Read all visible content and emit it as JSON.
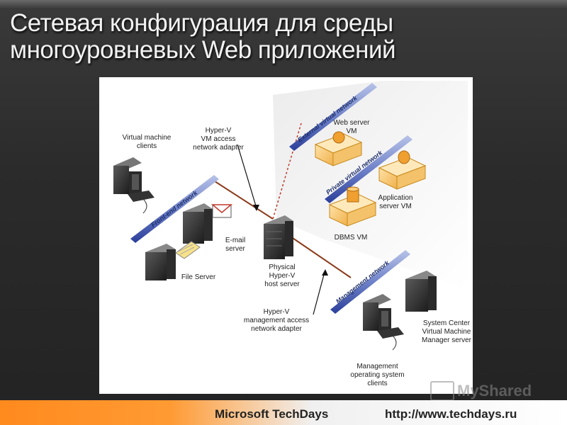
{
  "slide": {
    "title_line1": "Сетевая конфигурация для среды",
    "title_line2": "многоуровневых  Web приложений"
  },
  "diagram": {
    "networks": {
      "external": "External virtual network",
      "private": "Private virtual network",
      "frontend": "Front-end network",
      "management": "Management network"
    },
    "labels": {
      "vm_clients": "Virtual machine\nclients",
      "vm_access_adapter": "Hyper-V\nVM access\nnetwork adapter",
      "web_server_vm": "Web server\nVM",
      "application_server_vm": "Application\nserver VM",
      "dbms_vm": "DBMS VM",
      "email_server": "E-mail\nserver",
      "file_server": "File Server",
      "physical_host": "Physical\nHyper-V\nhost server",
      "mgmt_access_adapter": "Hyper-V\nmanagement access\nnetwork adapter",
      "system_center": "System Center\nVirtual Machine\nManager server",
      "mgmt_os_clients": "Management\noperating system\nclients"
    }
  },
  "footer": {
    "brand": "Microsoft TechDays",
    "url": "http://www.techdays.ru"
  },
  "watermark": {
    "text": "MyShared"
  },
  "colors": {
    "network_bar": "#1d2e8a",
    "cable": "#8b3a1a",
    "vm_box": "#f5c26b",
    "footer_orange": "#ff8a1e"
  }
}
